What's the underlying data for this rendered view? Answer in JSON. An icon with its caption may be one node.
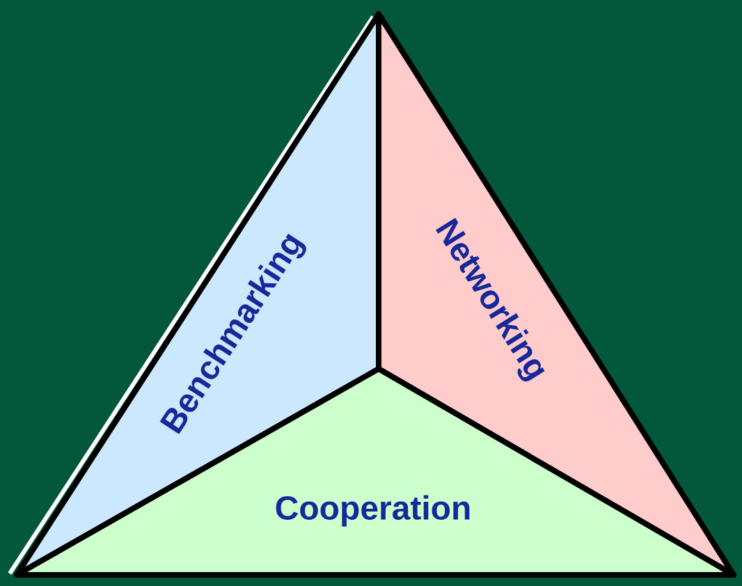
{
  "diagram": {
    "nodes": [
      {
        "text": [
          "Benchmarking"
        ]
      },
      {
        "text": [
          "Networking"
        ]
      },
      {
        "text": [
          "Cooperation"
        ]
      }
    ]
  }
}
